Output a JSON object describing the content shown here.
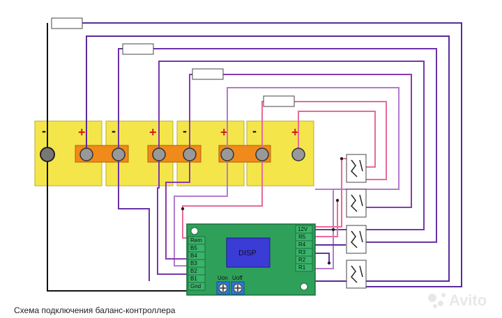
{
  "diagram": {
    "caption": "Схема подключения баланс-контроллера",
    "battery_signs": {
      "minus": "-",
      "plus": "+"
    },
    "battery_count": 4,
    "board": {
      "display_label": "DISP",
      "left_pins": [
        "Rem",
        "B5",
        "B4",
        "B3",
        "B2",
        "B1",
        "Gnd"
      ],
      "right_pins": [
        "12V",
        "R5",
        "R4",
        "R3",
        "R2",
        "R1"
      ],
      "trim_labels": [
        "Uon",
        "Uoff"
      ]
    },
    "relay_count": 4,
    "fuse_count": 4,
    "watermark": "Avito",
    "colors": {
      "battery": "#f4e64a",
      "bus_bar": "#f08a1a",
      "board": "#2fa05a",
      "display": "#3b3bd6",
      "wire_black": "#111111",
      "wire_purple": "#5a2a9a",
      "wire_violet": "#8a3ab0",
      "wire_lilac": "#b27ad0",
      "wire_pink": "#e86a9a"
    }
  }
}
